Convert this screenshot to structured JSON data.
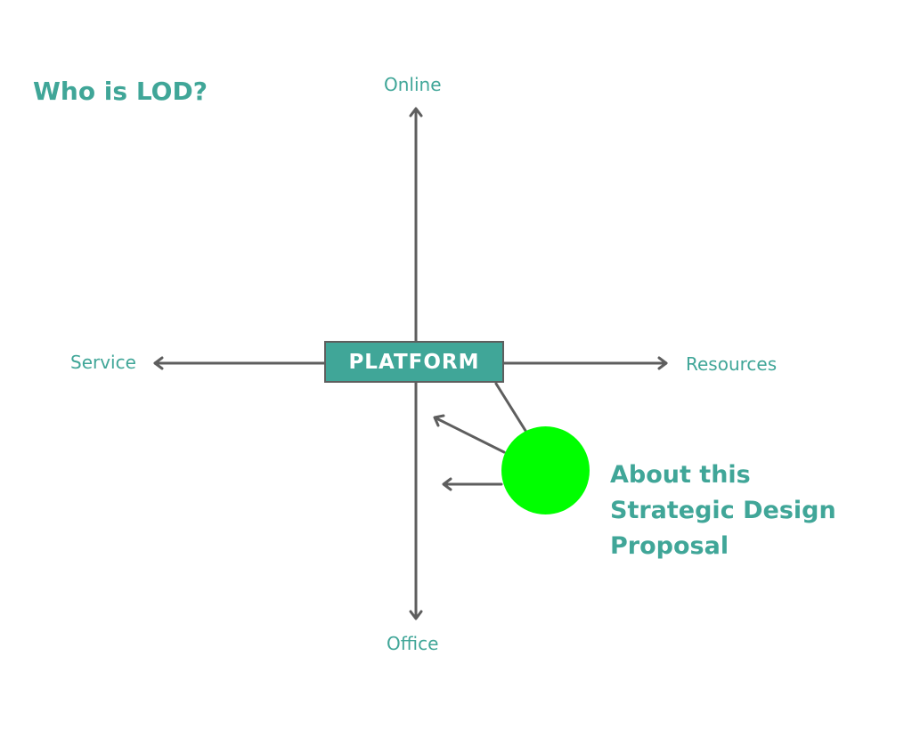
{
  "title": "Who is LOD?",
  "axes": {
    "top": "Online",
    "left": "Service",
    "right": "Resources",
    "bottom": "Office"
  },
  "center": {
    "label": "PLATFORM"
  },
  "proposal": {
    "line1": "About this",
    "line2": "Strategic Design",
    "line3": "Proposal"
  },
  "colors": {
    "accent": "#40a698",
    "axis": "#5e5e5e",
    "marker": "#00ff00",
    "background": "#ffffff"
  }
}
